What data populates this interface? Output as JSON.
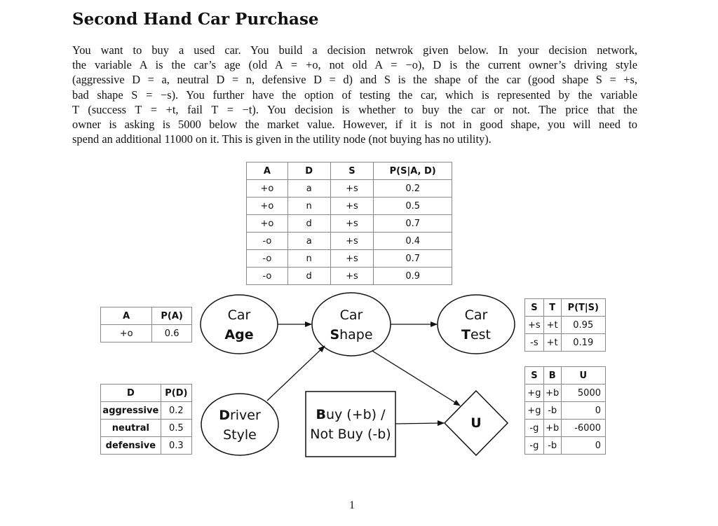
{
  "title": "Second Hand Car Purchase",
  "paragraph_lines": [
    "You want to buy a used car. You build a decision netwrok given below. In your decision network,",
    "the variable A is the car’s age (old A = +o, not old A = −o), D is the current owner’s driving style",
    "(aggressive D = a, neutral D = n, defensive D = d) and S is the shape of the car (good shape S = +s,",
    "bad shape S = −s). You further have the option of testing the car, which is represented by the variable",
    "T (success T = +t, fail T = −t). You decision is whether to buy the car or not. The price that the",
    "owner is asking is 5000 below the market value. However, if it is not in good shape, you will need to",
    "spend an additional 11000 on it. This is given in the utility node (not buying has no utility)."
  ],
  "tables": {
    "shape": {
      "headers": [
        "A",
        "D",
        "S",
        "P(S|A, D)"
      ],
      "rows": [
        [
          "+o",
          "a",
          "+s",
          "0.2"
        ],
        [
          "+o",
          "n",
          "+s",
          "0.5"
        ],
        [
          "+o",
          "d",
          "+s",
          "0.7"
        ],
        [
          "-o",
          "a",
          "+s",
          "0.4"
        ],
        [
          "-o",
          "n",
          "+s",
          "0.7"
        ],
        [
          "-o",
          "d",
          "+s",
          "0.9"
        ]
      ]
    },
    "age": {
      "headers": [
        "A",
        "P(A)"
      ],
      "rows": [
        [
          "+o",
          "0.6"
        ]
      ]
    },
    "driver": {
      "headers": [
        "D",
        "P(D)"
      ],
      "rows": [
        [
          "aggressive",
          "0.2"
        ],
        [
          "neutral",
          "0.5"
        ],
        [
          "defensive",
          "0.3"
        ]
      ]
    },
    "test": {
      "headers": [
        "S",
        "T",
        "P(T|S)"
      ],
      "rows": [
        [
          "+s",
          "+t",
          "0.95"
        ],
        [
          "-s",
          "+t",
          "0.19"
        ]
      ]
    },
    "utility": {
      "headers": [
        "S",
        "B",
        "U"
      ],
      "rows": [
        [
          "+g",
          "+b",
          "5000"
        ],
        [
          "+g",
          "-b",
          "0"
        ],
        [
          "-g",
          "+b",
          "-6000"
        ],
        [
          "-g",
          "-b",
          "0"
        ]
      ]
    }
  },
  "nodes": {
    "car_age": {
      "line1": "Car",
      "line2": "Age"
    },
    "car_shape": {
      "line1": "Car",
      "line2_bold": "S",
      "line2_rest": "hape"
    },
    "car_test": {
      "line1": "Car",
      "line2_bold": "T",
      "line2_rest": "est"
    },
    "driver_style": {
      "line1_bold": "D",
      "line1_rest": "river",
      "line2": "Style"
    },
    "buy": {
      "line1_bold": "B",
      "line1_rest": "uy (+b) /",
      "line2": "Not Buy (-b)"
    },
    "utility": {
      "label": "U"
    }
  },
  "page_number": "1"
}
